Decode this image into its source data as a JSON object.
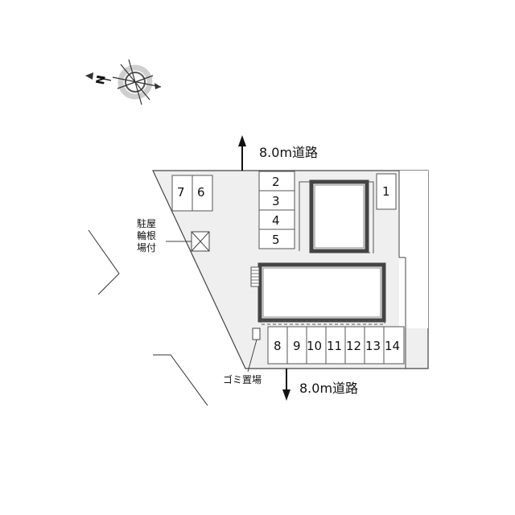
{
  "compass": {
    "north_label": "N",
    "icon": "compass-icon"
  },
  "roads": {
    "top": "8.0m道路",
    "bottom": "8.0m道路"
  },
  "parking_spaces": {
    "top_left": [
      "7",
      "6"
    ],
    "middle_column": [
      "2",
      "3",
      "4",
      "5"
    ],
    "right_single": [
      "1"
    ],
    "bottom_row": [
      "8",
      "9",
      "10",
      "11",
      "12",
      "13",
      "14"
    ]
  },
  "labels": {
    "bicycle_parking_line1": "駐屋",
    "bicycle_parking_line2": "輪根",
    "bicycle_parking_line3": "場付",
    "garbage": "ゴミ置場"
  }
}
